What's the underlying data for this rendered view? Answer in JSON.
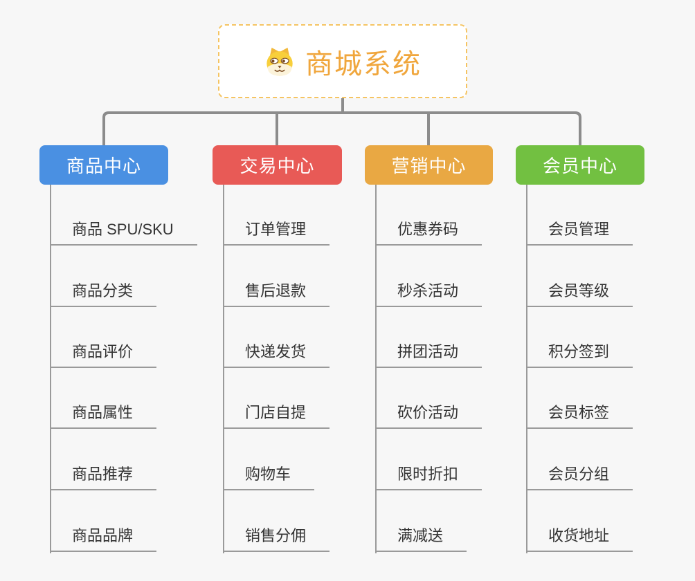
{
  "root": {
    "title": "商城系统",
    "title_color": "#f0a63c",
    "border_color": "#f5c462",
    "icon": "shiba-dog-icon"
  },
  "branches": [
    {
      "label": "商品中心",
      "color": "#4a90e2",
      "items": [
        "商品 SPU/SKU",
        "商品分类",
        "商品评价",
        "商品属性",
        "商品推荐",
        "商品品牌"
      ]
    },
    {
      "label": "交易中心",
      "color": "#e85a56",
      "items": [
        "订单管理",
        "售后退款",
        "快递发货",
        "门店自提",
        "购物车",
        "销售分佣"
      ]
    },
    {
      "label": "营销中心",
      "color": "#e9a843",
      "items": [
        "优惠券码",
        "秒杀活动",
        "拼团活动",
        "砍价活动",
        "限时折扣",
        "满减送"
      ]
    },
    {
      "label": "会员中心",
      "color": "#72c041",
      "items": [
        "会员管理",
        "会员等级",
        "积分签到",
        "会员标签",
        "会员分组",
        "收货地址"
      ]
    }
  ],
  "connector_color": "#8c8c8c",
  "leaf_line_color": "#9a9a9a",
  "background_color": "#f7f7f7"
}
